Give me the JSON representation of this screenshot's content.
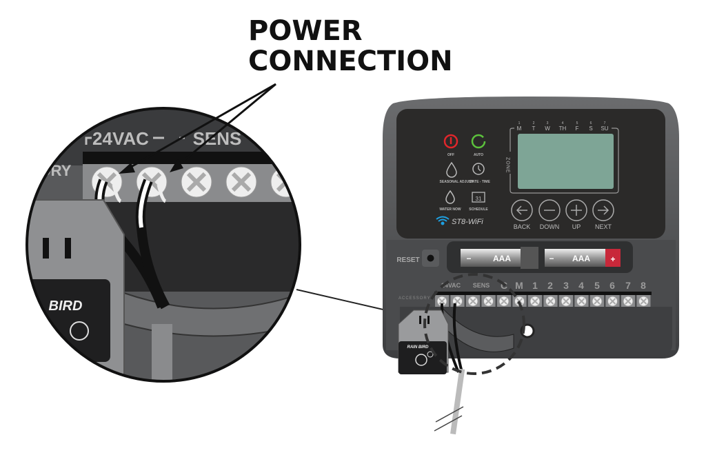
{
  "title": {
    "line1": "POWER",
    "line2": "CONNECTION"
  },
  "zoom_view": {
    "label_24vac": "24VAC",
    "label_sens": "SENS",
    "label_accessory": "ORY",
    "brand": "BIRD"
  },
  "controller": {
    "model": "ST8-WiFi",
    "days": [
      {
        "num": "1",
        "day": "M"
      },
      {
        "num": "2",
        "day": "T"
      },
      {
        "num": "3",
        "day": "W"
      },
      {
        "num": "4",
        "day": "TH"
      },
      {
        "num": "5",
        "day": "F"
      },
      {
        "num": "6",
        "day": "S"
      },
      {
        "num": "7",
        "day": "SU"
      }
    ],
    "zone_label": "ZONE",
    "mode_buttons": {
      "off": "OFF",
      "auto": "AUTO",
      "seasonal": "SEASONAL ADJUST",
      "datetime": "DATE - TIME",
      "water_now": "WATER NOW",
      "schedule": "SCHEDULE",
      "calendar_day": "31"
    },
    "nav_buttons": {
      "back": "BACK",
      "down": "DOWN",
      "up": "UP",
      "next": "NEXT"
    },
    "reset_label": "RESET",
    "battery_label": "AAA",
    "battery_minus": "−",
    "battery_plus": "+",
    "accessory_label": "ACCESSORY",
    "terminals": {
      "vac": "24VAC",
      "sens": "SENS",
      "list": [
        "C",
        "M",
        "1",
        "2",
        "3",
        "4",
        "5",
        "6",
        "7",
        "8"
      ]
    },
    "module_brand": "RAIN BIRD"
  },
  "colors": {
    "off_red": "#e0262b",
    "auto_green": "#5cc23c",
    "wifi_blue": "#1e9fe0",
    "lcd": "#7ea596",
    "battery_red": "#c8283a"
  }
}
